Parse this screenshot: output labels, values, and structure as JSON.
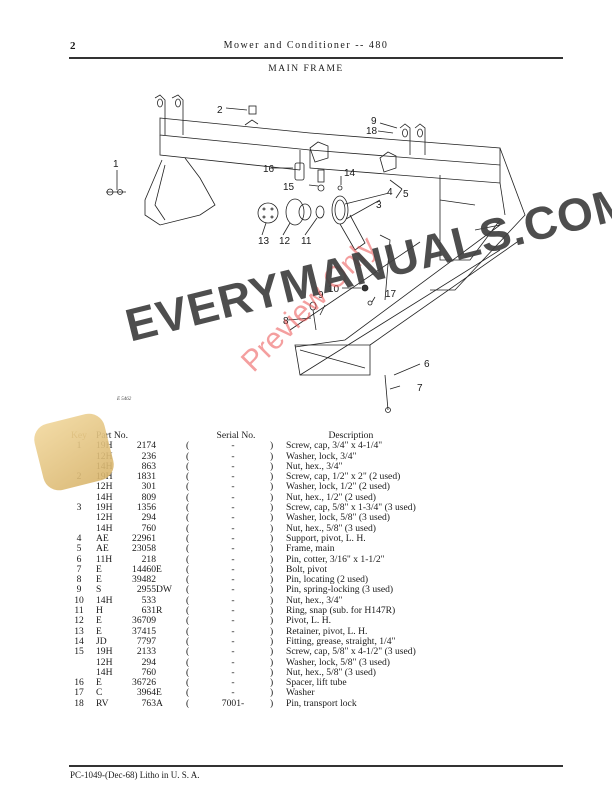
{
  "header": {
    "page_number": "2",
    "running_title": "Mower and Conditioner -- 480",
    "section_title": "MAIN FRAME"
  },
  "diagram": {
    "figure_id": "E 5462",
    "callouts": [
      "1",
      "2",
      "3",
      "4",
      "5",
      "6",
      "7",
      "8",
      "9",
      "9",
      "10",
      "11",
      "12",
      "13",
      "14",
      "15",
      "16",
      "17",
      "18"
    ]
  },
  "parts_table": {
    "columns": {
      "key": "Key",
      "part_no": "Part No.",
      "serial_no": "Serial No.",
      "description": "Description"
    },
    "rows": [
      {
        "key": "1",
        "prefix": "19H",
        "number": "2174",
        "suffix": "",
        "serial": "-",
        "desc": "Screw, cap, 3/4\" x 4-1/4\""
      },
      {
        "key": "",
        "prefix": "12H",
        "number": "236",
        "suffix": "",
        "serial": "-",
        "desc": "Washer, lock, 3/4\""
      },
      {
        "key": "",
        "prefix": "14H",
        "number": "863",
        "suffix": "",
        "serial": "-",
        "desc": "Nut, hex., 3/4\""
      },
      {
        "key": "2",
        "prefix": "19H",
        "number": "1831",
        "suffix": "",
        "serial": "-",
        "desc": "Screw, cap, 1/2\" x 2\" (2 used)"
      },
      {
        "key": "",
        "prefix": "12H",
        "number": "301",
        "suffix": "",
        "serial": "-",
        "desc": "Washer, lock, 1/2\" (2 used)"
      },
      {
        "key": "",
        "prefix": "14H",
        "number": "809",
        "suffix": "",
        "serial": "-",
        "desc": "Nut, hex., 1/2\" (2 used)"
      },
      {
        "key": "3",
        "prefix": "19H",
        "number": "1356",
        "suffix": "",
        "serial": "-",
        "desc": "Screw, cap, 5/8\" x 1-3/4\" (3 used)"
      },
      {
        "key": "",
        "prefix": "12H",
        "number": "294",
        "suffix": "",
        "serial": "-",
        "desc": "Washer, lock, 5/8\" (3 used)"
      },
      {
        "key": "",
        "prefix": "14H",
        "number": "760",
        "suffix": "",
        "serial": "-",
        "desc": "Nut, hex., 5/8\" (3 used)"
      },
      {
        "key": "4",
        "prefix": "AE",
        "number": "22961",
        "suffix": "",
        "serial": "-",
        "desc": "Support, pivot, L. H."
      },
      {
        "key": "5",
        "prefix": "AE",
        "number": "23058",
        "suffix": "",
        "serial": "-",
        "desc": "Frame, main"
      },
      {
        "key": "6",
        "prefix": "11H",
        "number": "218",
        "suffix": "",
        "serial": "-",
        "desc": "Pin, cotter, 3/16\" x 1-1/2\""
      },
      {
        "key": "7",
        "prefix": "E",
        "number": "14460",
        "suffix": "E",
        "serial": "-",
        "desc": "Bolt, pivot"
      },
      {
        "key": "8",
        "prefix": "E",
        "number": "39482",
        "suffix": "",
        "serial": "-",
        "desc": "Pin, locating (2 used)"
      },
      {
        "key": "9",
        "prefix": "S",
        "number": "2955",
        "suffix": "DW",
        "serial": "-",
        "desc": "Pin, spring-locking (3 used)"
      },
      {
        "key": "10",
        "prefix": "14H",
        "number": "533",
        "suffix": "",
        "serial": "-",
        "desc": "Nut, hex., 3/4\""
      },
      {
        "key": "11",
        "prefix": "H",
        "number": "631",
        "suffix": "R",
        "serial": "-",
        "desc": "Ring, snap (sub. for H147R)"
      },
      {
        "key": "12",
        "prefix": "E",
        "number": "36709",
        "suffix": "",
        "serial": "-",
        "desc": "Pivot, L. H."
      },
      {
        "key": "13",
        "prefix": "E",
        "number": "37415",
        "suffix": "",
        "serial": "-",
        "desc": "Retainer, pivot, L. H."
      },
      {
        "key": "14",
        "prefix": "JD",
        "number": "7797",
        "suffix": "",
        "serial": "-",
        "desc": "Fitting, grease, straight, 1/4\""
      },
      {
        "key": "15",
        "prefix": "19H",
        "number": "2133",
        "suffix": "",
        "serial": "-",
        "desc": "Screw, cap, 5/8\" x 4-1/2\" (3 used)"
      },
      {
        "key": "",
        "prefix": "12H",
        "number": "294",
        "suffix": "",
        "serial": "-",
        "desc": "Washer, lock, 5/8\" (3 used)"
      },
      {
        "key": "",
        "prefix": "14H",
        "number": "760",
        "suffix": "",
        "serial": "-",
        "desc": "Nut, hex., 5/8\" (3 used)"
      },
      {
        "key": "16",
        "prefix": "E",
        "number": "36726",
        "suffix": "",
        "serial": "-",
        "desc": "Spacer, lift tube"
      },
      {
        "key": "17",
        "prefix": "C",
        "number": "3964",
        "suffix": "E",
        "serial": "-",
        "desc": "Washer"
      },
      {
        "key": "18",
        "prefix": "RV",
        "number": "763",
        "suffix": "A",
        "serial": "7001-",
        "desc": "Pin, transport lock"
      }
    ]
  },
  "footer": {
    "text": "PC-1049-(Dec-68)   Litho in U. S. A."
  },
  "watermark": {
    "text": "EVERYMANUALS.COM",
    "overlay": "Preview Only",
    "colors": {
      "logo": "#e2c27f",
      "text": "#404040",
      "overlay": "#eb5050"
    }
  }
}
